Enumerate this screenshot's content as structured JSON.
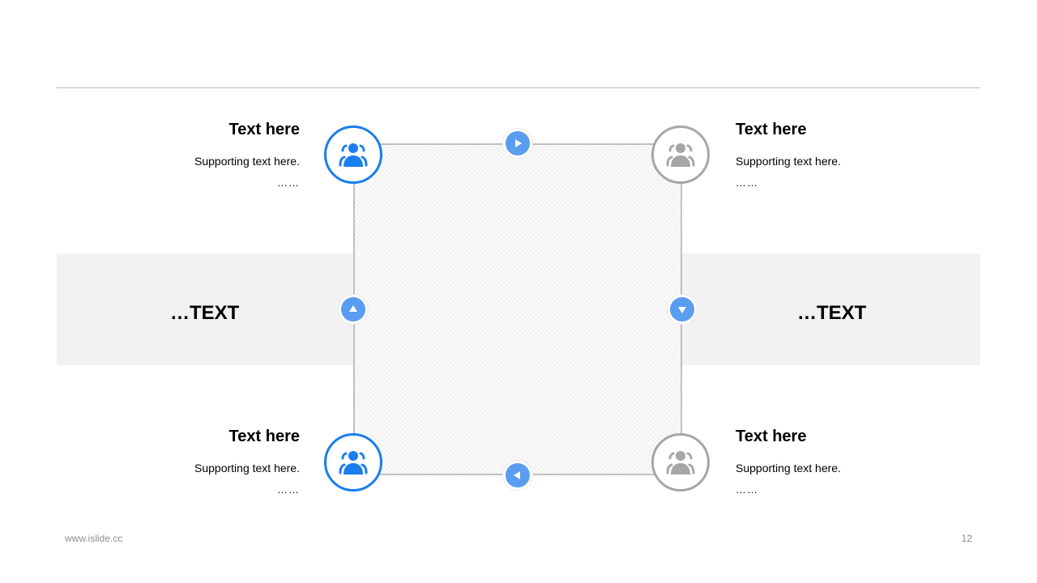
{
  "blocks": {
    "top_left": {
      "title": "Text here",
      "subtitle": "Supporting text here.",
      "dots": "……"
    },
    "top_right": {
      "title": "Text here",
      "subtitle": "Supporting text here.",
      "dots": "……"
    },
    "bottom_left": {
      "title": "Text here",
      "subtitle": "Supporting text here.",
      "dots": "……"
    },
    "bottom_right": {
      "title": "Text here",
      "subtitle": "Supporting text here.",
      "dots": "……"
    }
  },
  "band": {
    "left_text": "…TEXT",
    "right_text": "…TEXT"
  },
  "footer": {
    "url": "www.islide.cc",
    "page_number": "12"
  },
  "icons": {
    "node": "users-icon",
    "arrows": [
      "play-right-icon",
      "triangle-down-icon",
      "play-left-icon",
      "triangle-up-icon"
    ]
  },
  "colors": {
    "accent_blue": "#1a7df0",
    "arrow_blue": "#5a9df0",
    "inactive_gray": "#a6a6a6",
    "band_gray": "#f2f2f2"
  }
}
